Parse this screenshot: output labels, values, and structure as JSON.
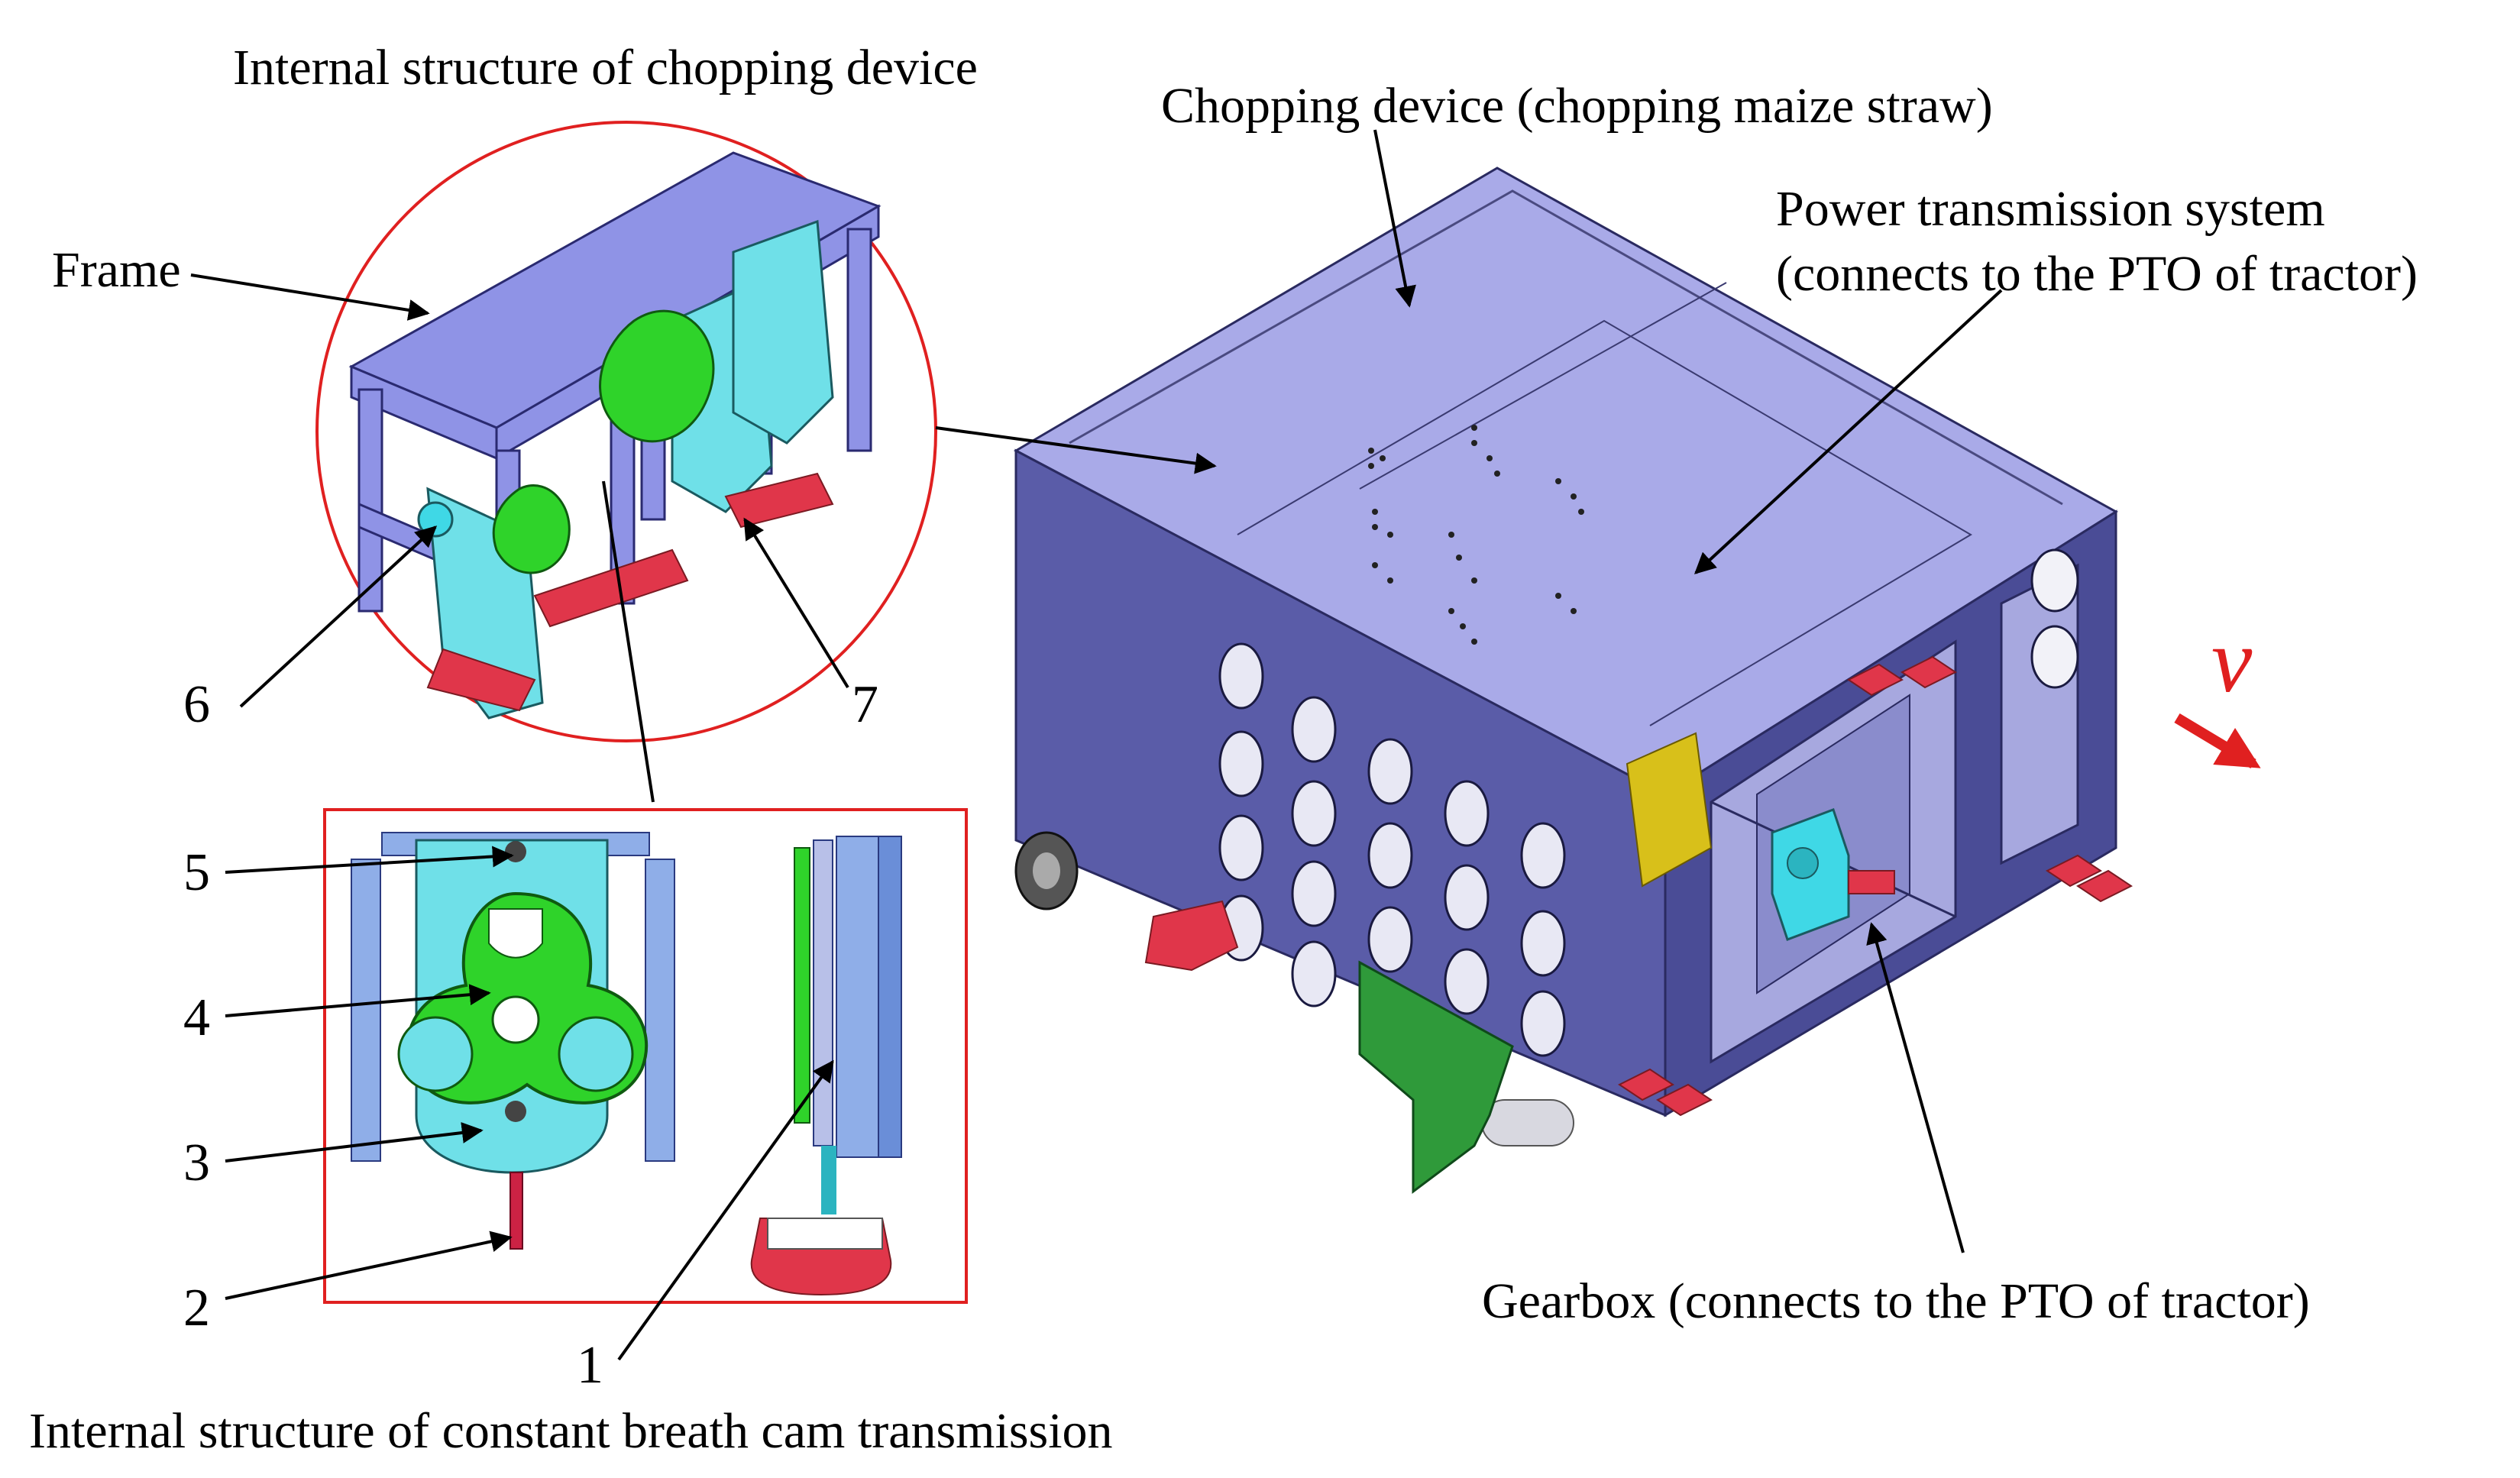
{
  "labels": {
    "chopping_internal": "Internal structure of chopping device",
    "chopping_device": "Chopping device (chopping maize straw)",
    "power_line1": "Power transmission system",
    "power_line2": "(connects to the PTO of tractor)",
    "frame": "Frame",
    "gearbox": "Gearbox (connects to the PTO of tractor)",
    "cam_internal": "Internal structure of constant breath cam transmission",
    "velocity": "v"
  },
  "parts": [
    "1",
    "2",
    "3",
    "4",
    "5",
    "6",
    "7"
  ],
  "colors": {
    "machine_body": "#5a5ca8",
    "machine_top": "#a9aae8",
    "machine_right": "#4a4c96",
    "cam_green": "#2fd32a",
    "plate_cyan": "#6fe0e8",
    "frame_blue": "#8f93e6",
    "blade_red": "#e0364a",
    "bracket_green": "#2f9a3a",
    "gearbox_cyan": "#3fd8e6",
    "highlight_red": "#e02020"
  }
}
